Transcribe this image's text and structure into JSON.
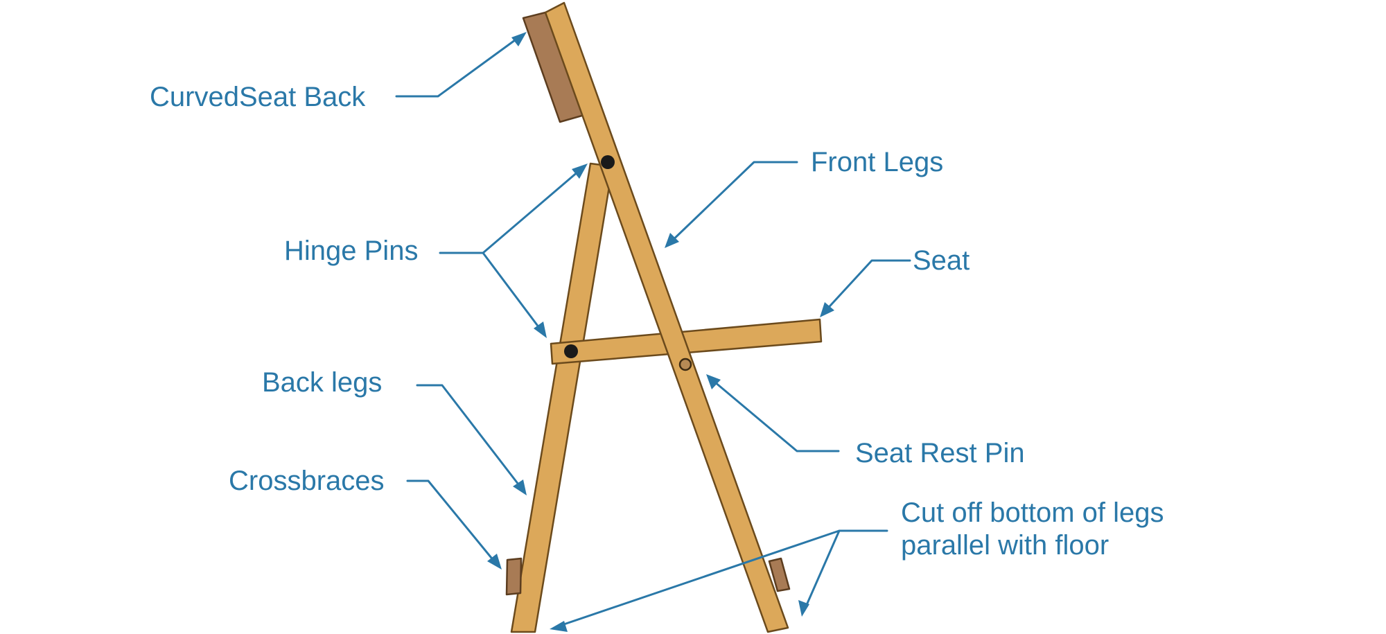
{
  "labels": {
    "curved_seat_back": "CurvedSeat Back",
    "front_legs": "Front Legs",
    "hinge_pins": "Hinge Pins",
    "seat": "Seat",
    "back_legs": "Back legs",
    "seat_rest_pin": "Seat Rest Pin",
    "crossbraces": "Crossbraces",
    "cut_off_line1": "Cut off bottom of legs",
    "cut_off_line2": "parallel with floor"
  },
  "colors": {
    "label_text": "#2a78a8",
    "leader_line": "#2a78a8",
    "wood": "#dca85a",
    "wood_dark": "#a87b55",
    "wood_outline": "#6b4a1c",
    "pin": "#1a1a1a",
    "background": "#ffffff"
  }
}
